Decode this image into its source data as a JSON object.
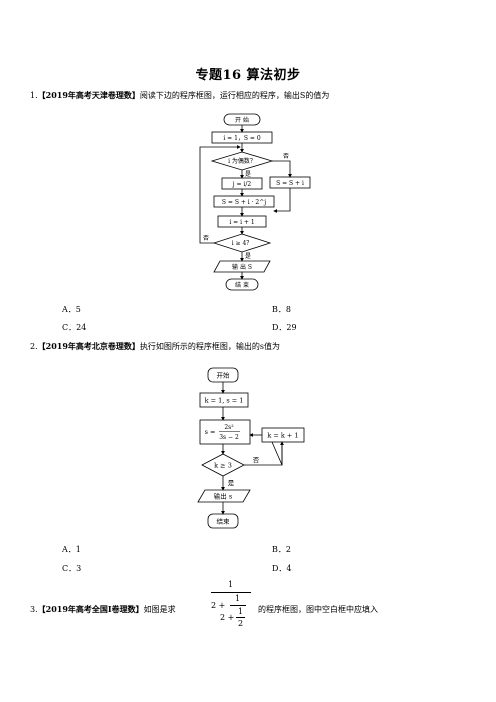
{
  "page": {
    "title": "专题16   算法初步"
  },
  "q1": {
    "number": "1.",
    "source": "【2019年高考天津卷理数】",
    "text": "阅读下边的程序框图，运行相应的程序，输出S的值为",
    "flowchart": {
      "start": "开 始",
      "init": "i = 1，S = 0",
      "cond_odd": "i 为偶数？",
      "no": "否",
      "yes": "是",
      "j_assign": "j = i/2",
      "s_update1": "S = S + i",
      "s_update2": "S = S + i · 2^j",
      "i_inc": "i = i + 1",
      "cond_end": "i ≥ 4？",
      "output": "输 出 S",
      "end": "结 束"
    },
    "options": [
      {
        "label": "A．5"
      },
      {
        "label": "B．8"
      },
      {
        "label": "C．24"
      },
      {
        "label": "D．29"
      }
    ]
  },
  "q2": {
    "number": "2.",
    "source": "【2019年高考北京卷理数】",
    "text": "执行如图所示的程序框图，输出的s值为",
    "flowchart": {
      "start": "开始",
      "init": "k = 1, s = 1",
      "s_assign_left": "s =",
      "s_num": "2s²",
      "s_den": "3s − 2",
      "k_inc": "k = k + 1",
      "cond": "k ≥ 3",
      "no": "否",
      "yes": "是",
      "output": "输出 s",
      "end": "结束"
    },
    "options": [
      {
        "label": "A．1"
      },
      {
        "label": "B．2"
      },
      {
        "label": "C．3"
      },
      {
        "label": "D．4"
      }
    ]
  },
  "q3": {
    "number": "3.",
    "source": "【2019年高考全国Ⅰ卷理数】",
    "text_before": "如图是求",
    "frac_top": "1",
    "frac_mid_left": "2 +",
    "frac_mid_num": "1",
    "frac_inner_left": "2 +",
    "frac_inner_num": "1",
    "frac_inner_den": "2",
    "text_after": "的程序框图，图中空白框中应填入"
  }
}
